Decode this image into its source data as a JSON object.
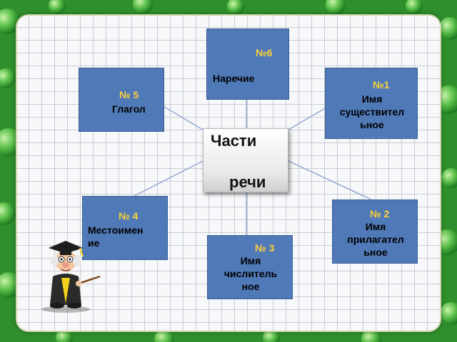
{
  "center": {
    "line1": "Части",
    "line2": "речи"
  },
  "boxes": {
    "b6": {
      "num": "№6",
      "label": "Наречие"
    },
    "b5": {
      "num": "№ 5",
      "label": "Глагол"
    },
    "b1": {
      "num": "№1",
      "label": "Имя\nсуществител\nьное"
    },
    "b4": {
      "num": "№ 4",
      "label": "Местоимен\nие"
    },
    "b2": {
      "num": "№ 2",
      "label": "Имя\nприлагател\nьное"
    },
    "b3": {
      "num": "№ 3",
      "label": "Имя\nчислитель\nное"
    }
  },
  "colors": {
    "box": "#4f79b7",
    "number": "#ffd23a",
    "background": "#3fa03a"
  },
  "icons": {
    "mascot": "professor-mascot-icon"
  }
}
